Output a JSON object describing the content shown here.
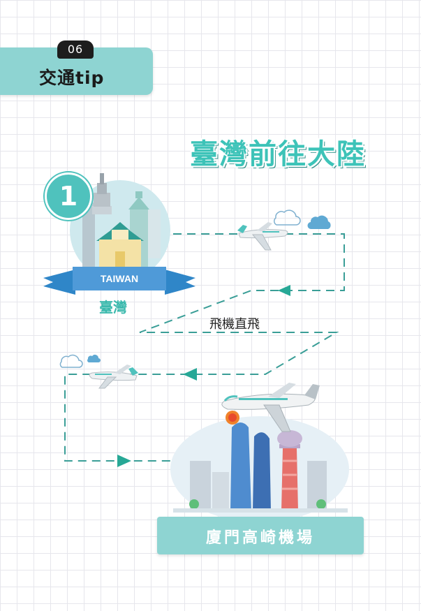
{
  "section": {
    "number": "06",
    "title": "交通tip"
  },
  "heading": "臺灣前往大陸",
  "step": {
    "number": "1"
  },
  "origin": {
    "ribbon_text": "TAIWAN",
    "label": "臺灣"
  },
  "route": {
    "label": "飛機直飛"
  },
  "destination": {
    "label": "廈門高崎機場"
  },
  "colors": {
    "teal": "#8ed4d2",
    "accent": "#3dc3b8",
    "route_line": "#3a9e97"
  }
}
